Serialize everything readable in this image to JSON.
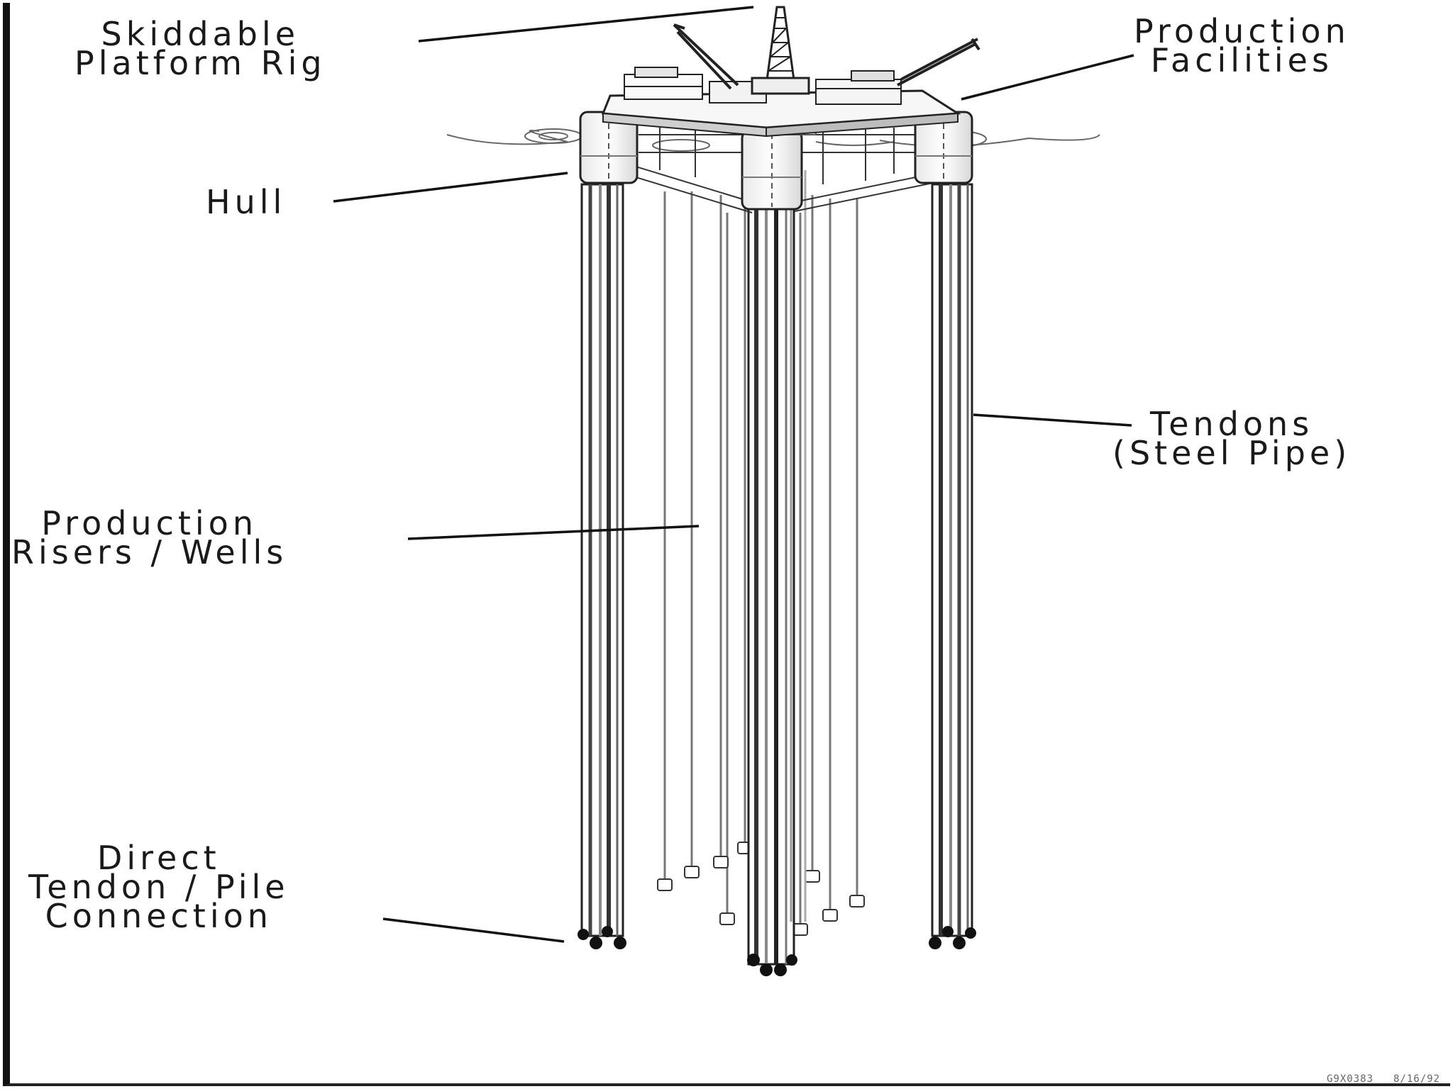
{
  "labels": {
    "rig": [
      "Skiddable",
      "Platform Rig"
    ],
    "facilities": [
      "Production",
      "Facilities"
    ],
    "hull": "Hull",
    "tendons": [
      "Tendons",
      "(Steel Pipe)"
    ],
    "risers": [
      "Production",
      "Risers / Wells"
    ],
    "connection": [
      "Direct",
      "Tendon / Pile",
      "Connection"
    ]
  },
  "footer": {
    "code": "G9X0383",
    "date": "8/16/92"
  }
}
